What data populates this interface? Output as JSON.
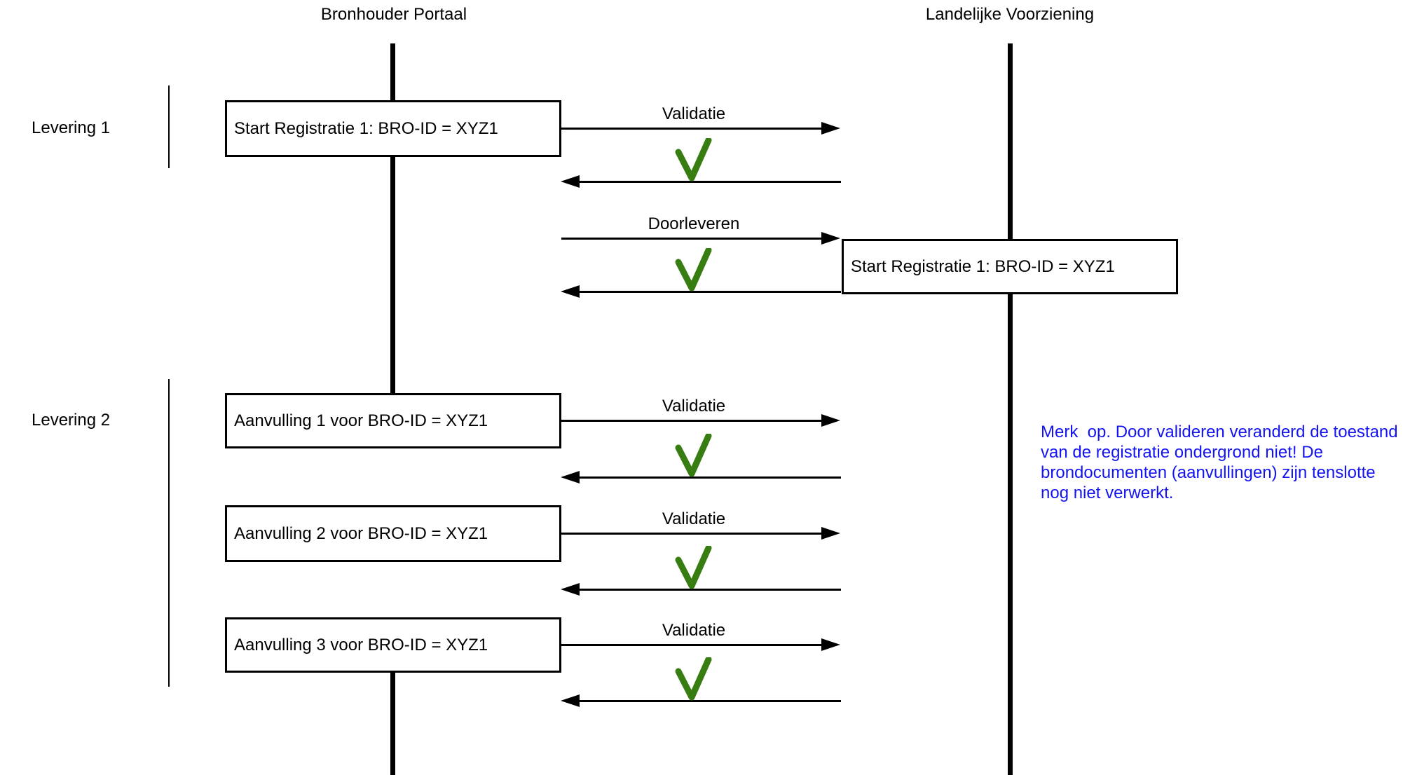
{
  "titles": {
    "left": "Bronhouder Portaal",
    "right": "Landelijke Voorziening"
  },
  "groups": {
    "levering1": "Levering 1",
    "levering2": "Levering 2"
  },
  "boxes": {
    "start_reg_portal": "Start Registratie 1: BRO-ID = XYZ1",
    "start_reg_lv": "Start Registratie 1: BRO-ID = XYZ1",
    "aanvulling1": "Aanvulling 1 voor BRO-ID = XYZ1",
    "aanvulling2": "Aanvulling 2 voor BRO-ID = XYZ1",
    "aanvulling3": "Aanvulling 3 voor BRO-ID = XYZ1"
  },
  "arrows": {
    "validatie1": "Validatie",
    "doorleveren": "Doorleveren",
    "validatie2": "Validatie",
    "validatie3": "Validatie",
    "validatie4": "Validatie"
  },
  "note": {
    "text": "Merk  op. Door valideren veranderd de toestand\nvan de registratie ondergrond niet! De\nbrondocumenten (aanvullingen) zijn tenslotte\nnog niet verwerkt."
  },
  "icons": {
    "checkmark": "validation-success-checkmark"
  },
  "colors": {
    "background": "#ffffff",
    "line_black": "#000000",
    "note_blue": "#1414f0",
    "check_green": "#377d12"
  }
}
